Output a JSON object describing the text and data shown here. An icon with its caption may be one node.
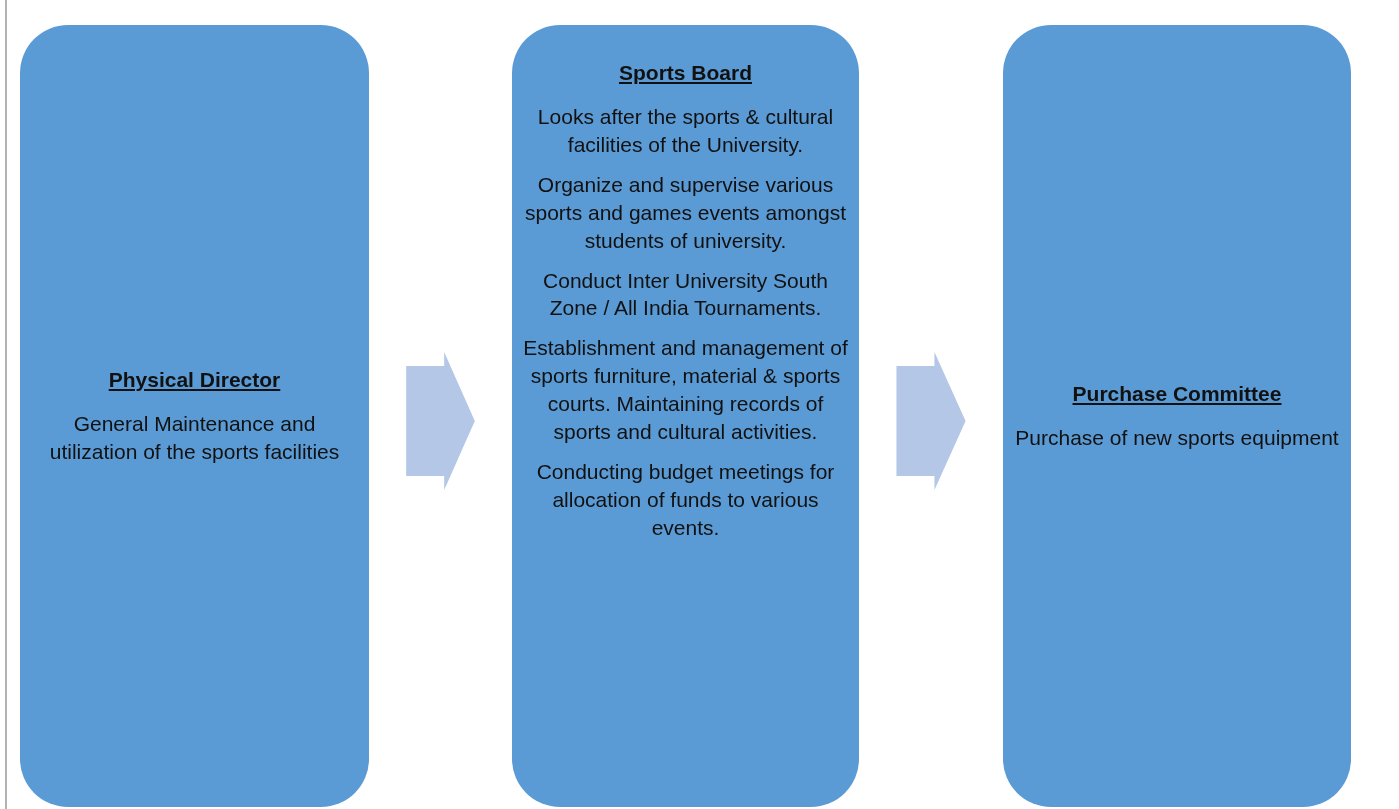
{
  "diagram": {
    "nodes": [
      {
        "text": [
          "Physical Director",
          "General Maintenance and utilization of the sports facilities"
        ]
      },
      {
        "text": [
          "Sports Board",
          "Looks after the sports & cultural facilities of the University.",
          "Organize and supervise various sports and games events amongst students of university.",
          "Conduct Inter University South Zone / All India Tournaments.",
          "Establishment and management of  sports furniture,  material & sports courts. Maintaining records of sports and cultural activities.",
          "Conducting budget meetings for allocation of funds to various events."
        ]
      },
      {
        "text": [
          "Purchase Committee",
          "Purchase of new sports equipment"
        ]
      }
    ],
    "edges": [
      {
        "from": 0,
        "to": 1,
        "arrow": "to"
      },
      {
        "from": 1,
        "to": 2,
        "arrow": "to"
      }
    ]
  }
}
